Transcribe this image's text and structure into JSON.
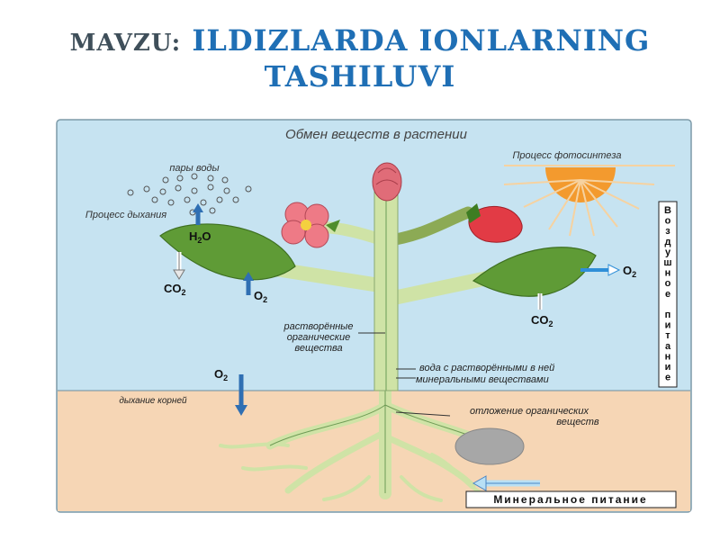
{
  "slide": {
    "title_prefix": "MAVZU:",
    "title_line1": "ILDIZLARDA IONLARNING",
    "title_line2": "TASHILUVI"
  },
  "diagram": {
    "heading": "Обмен веществ в растении",
    "labels": {
      "water_vapor": "пары воды",
      "respiration": "Процесс дыхания",
      "photosynthesis": "Процесс фотосинтеза",
      "h2o": "H",
      "h2o_sub": "2",
      "h2o_end": "O",
      "co2": "CO",
      "co2_sub": "2",
      "o2": "O",
      "o2_sub": "2",
      "organic_1": "растворённые",
      "organic_2": "органические",
      "organic_3": "вещества",
      "water_minerals_1": "вода с растворёнными в ней",
      "water_minerals_2": "минеральными веществами",
      "root_respiration": "дыхание корней",
      "deposit_1": "отложение органических",
      "deposit_2": "веществ",
      "air_nutrition": "Воздушное питание",
      "mineral_nutrition": "Минеральное питание"
    },
    "air_letters": [
      "В",
      "о",
      "з",
      "д",
      "у",
      "ш",
      "н",
      "о",
      "е",
      "",
      "п",
      "и",
      "т",
      "а",
      "н",
      "и",
      "е"
    ]
  },
  "colors": {
    "title_blue": "#1f6fb5",
    "title_gray": "#3f4f5a",
    "sky": "#c6e3f1",
    "soil": "#f6d6b5",
    "leaf": "#5f9b36",
    "stem": "#cfe3a6",
    "sun": "#f39a2e",
    "arrow_blue": "#2f6fb3"
  }
}
